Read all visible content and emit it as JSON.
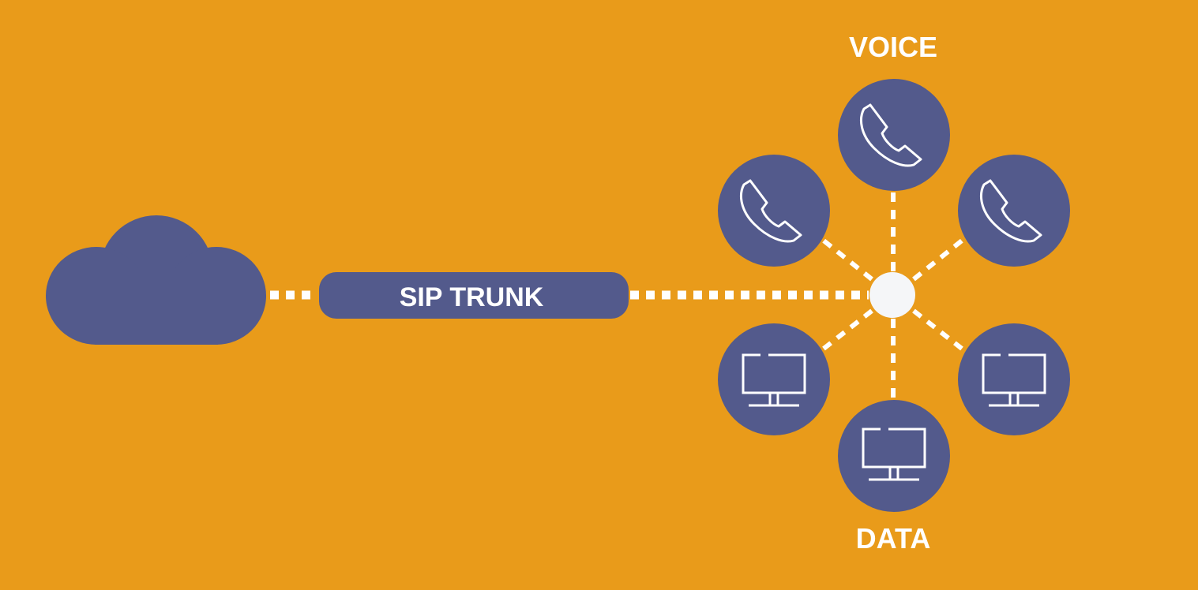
{
  "colors": {
    "background": "#E99B1A",
    "node": "#535A8C",
    "hub": "#F5F6F8",
    "line": "#FFFFFF"
  },
  "labels": {
    "voice": "VOICE",
    "data": "DATA",
    "trunk": "SIP TRUNK"
  },
  "nodes": [
    {
      "id": "cloud",
      "icon": "cloud-icon"
    },
    {
      "id": "sip-trunk",
      "icon": "none"
    },
    {
      "id": "hub",
      "icon": "none"
    },
    {
      "id": "voice-top",
      "icon": "phone-icon"
    },
    {
      "id": "voice-left",
      "icon": "phone-icon"
    },
    {
      "id": "voice-right",
      "icon": "phone-icon"
    },
    {
      "id": "data-left",
      "icon": "monitor-icon"
    },
    {
      "id": "data-right",
      "icon": "monitor-icon"
    },
    {
      "id": "data-bottom",
      "icon": "monitor-icon"
    }
  ]
}
